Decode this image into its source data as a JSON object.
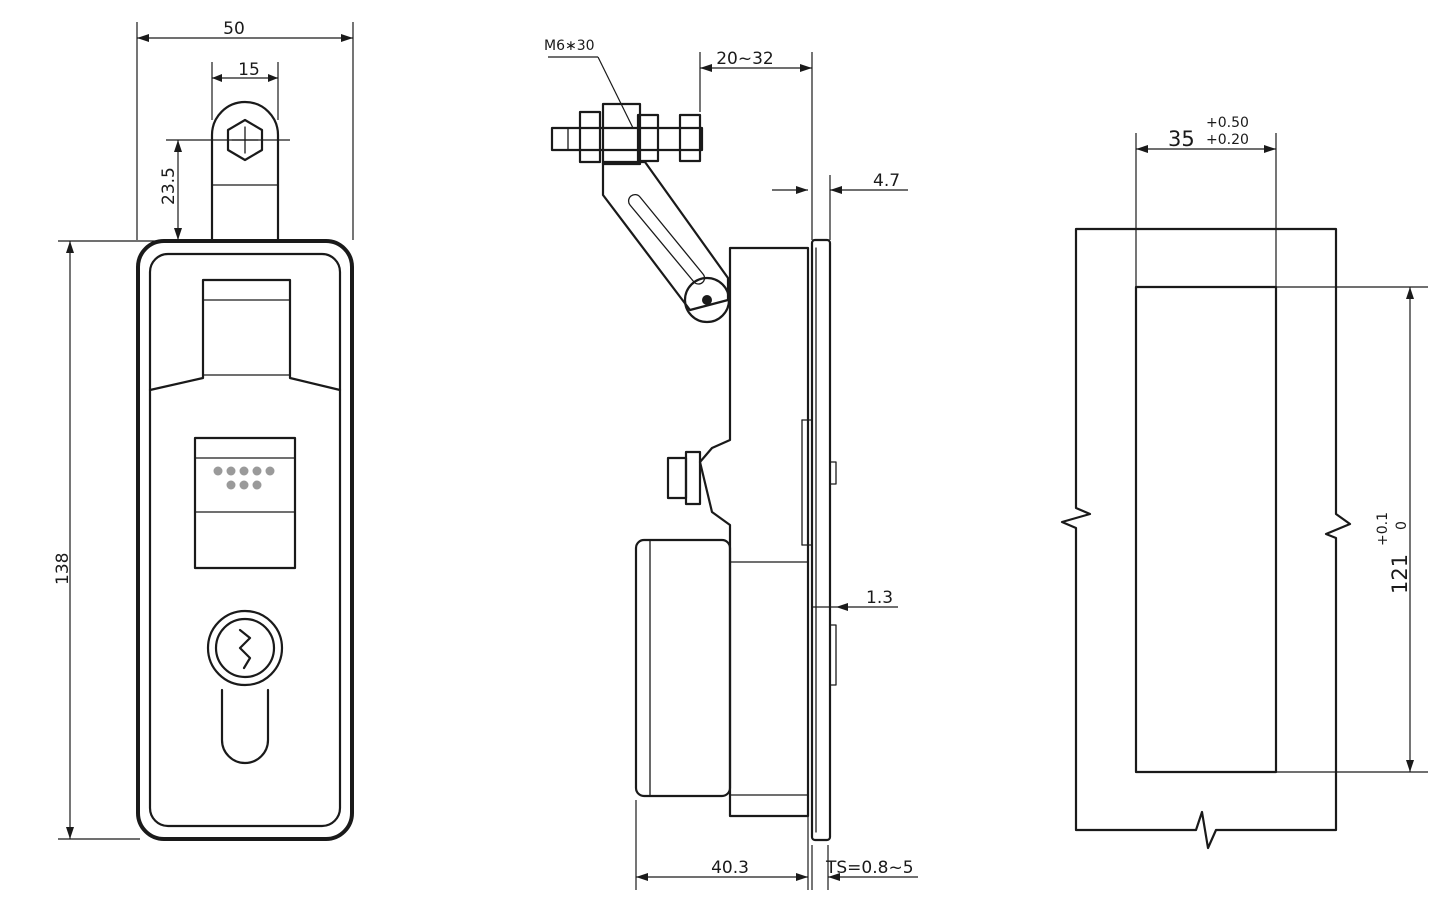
{
  "front_view": {
    "width": "50",
    "handle_width": "15",
    "handle_offset": "23.5",
    "height": "138"
  },
  "side_view": {
    "screw": "M6∗30",
    "rod_range": "20~32",
    "flange": "4.7",
    "plate": "1.3",
    "depth": "40.3",
    "ts": "TS=0.8~5"
  },
  "cutout": {
    "width": "35",
    "width_tol_upper": "+0.50",
    "width_tol_lower": "+0.20",
    "height": "121",
    "height_tol_upper": "+0.1",
    "height_tol_lower": "0"
  }
}
